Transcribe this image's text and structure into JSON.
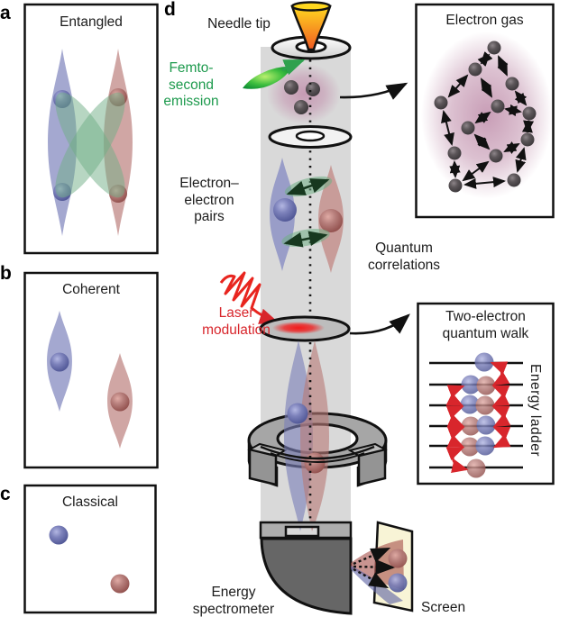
{
  "panels": {
    "a": {
      "letter": "a",
      "title": "Entangled"
    },
    "b": {
      "letter": "b",
      "title": "Coherent"
    },
    "c": {
      "letter": "c",
      "title": "Classical"
    },
    "d": {
      "letter": "d"
    },
    "electron_gas": {
      "title": "Electron gas"
    },
    "quantum_walk": {
      "title": "Two-electron\nquantum walk",
      "side_label": "Energy ladder"
    }
  },
  "labels": {
    "needle_tip": "Needle tip",
    "femtosecond_emission": "Femto-\nsecond\nemission",
    "electron_electron_pairs": "Electron–\nelectron\npairs",
    "quantum_correlations": "Quantum\ncorrelations",
    "laser_modulation": "Laser\nmodulation",
    "energy_spectrometer": "Energy\nspectrometer",
    "screen": "Screen"
  },
  "colors": {
    "green_text": "#1d9a4d",
    "red_text": "#d8262c",
    "blue_electron": "#8d92c4",
    "red_electron": "#c4908d",
    "green_correlation": "#6fae85",
    "column_gray": "#d9d9d9",
    "needle_orange": "#f58220",
    "laser_red": "#e8251f",
    "screen_yellow": "#f8f4d6",
    "spectrometer_gray": "#666666",
    "electron_dark": "#4c464b",
    "pink_cloud": "#c598b2"
  }
}
